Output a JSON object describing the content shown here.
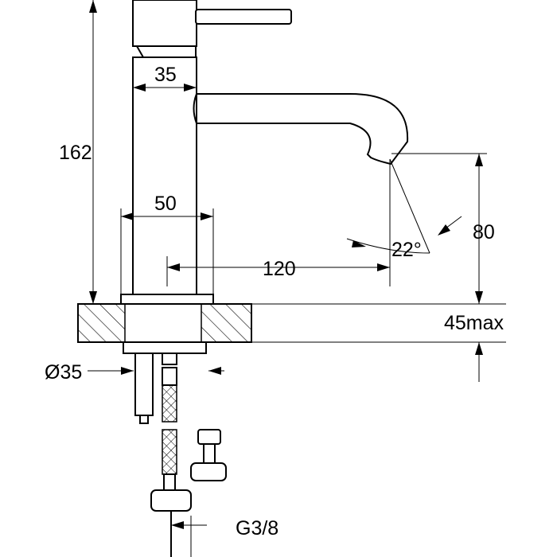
{
  "dimensions": {
    "body_width": "35",
    "total_height": "162",
    "base_width": "50",
    "spout_reach": "120",
    "spout_height": "80",
    "spout_angle": "22°",
    "max_thickness": "45max",
    "hole_diameter": "Ø35",
    "connection": "G3/8"
  },
  "colors": {
    "line": "#000000",
    "background": "#ffffff"
  }
}
